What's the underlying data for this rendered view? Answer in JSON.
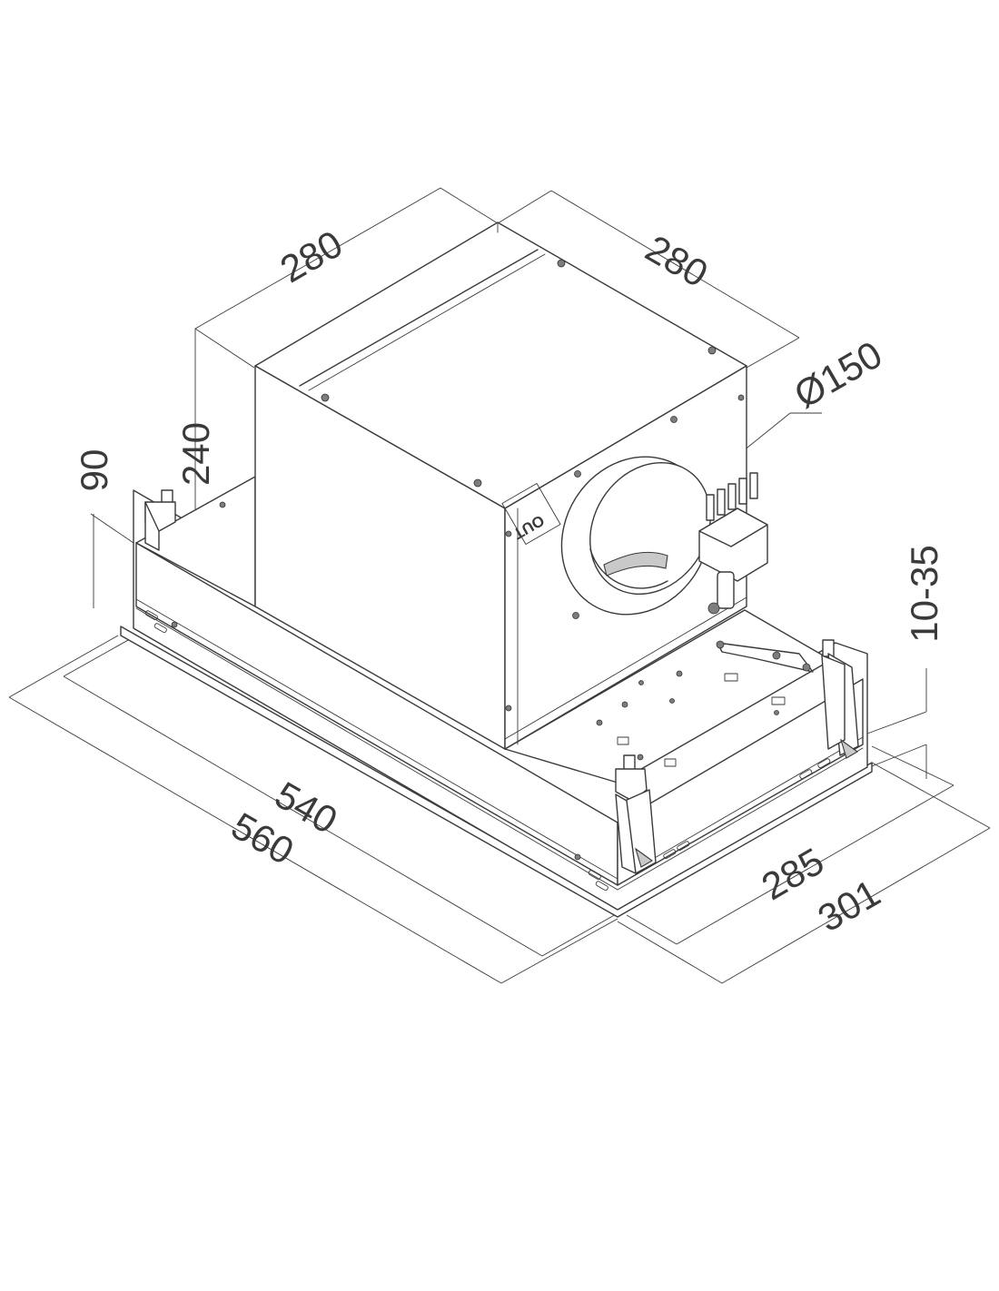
{
  "dimensions": {
    "box_depth": "280",
    "box_width": "280",
    "outlet_diameter": "Ø150",
    "box_height": "240",
    "body_height": "90",
    "adjustment_range": "10-35",
    "inner_width": "540",
    "outer_width": "560",
    "inner_depth": "285",
    "outer_depth": "301"
  },
  "labels": {
    "outlet": "OUT"
  },
  "colors": {
    "line": "#3a3a3a",
    "fill": "#ffffff",
    "accent_grey": "#c9c9c9"
  }
}
